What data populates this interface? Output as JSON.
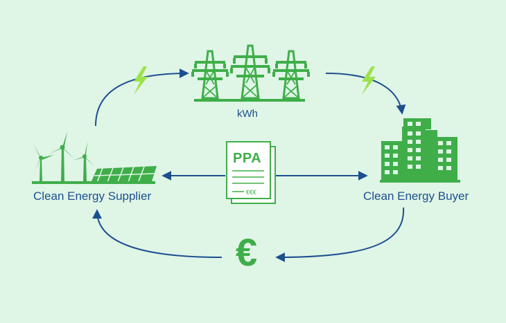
{
  "labels": {
    "supplier": "Clean Energy Supplier",
    "buyer": "Clean Energy Buyer",
    "grid": "kWh"
  },
  "document": {
    "title": "PPA",
    "currency_text": "€€€"
  },
  "payment_symbol": "€",
  "icons": [
    "wind-turbine-icon",
    "solar-panel-icon",
    "power-pylon-icon",
    "lightning-bolt-icon",
    "building-icon",
    "document-icon",
    "euro-icon"
  ],
  "colors": {
    "background": "#dff5e6",
    "green": "#3fae49",
    "light_green": "#9be34a",
    "arrow_blue": "#1d4f8f",
    "text_blue": "#1d4f8f"
  }
}
